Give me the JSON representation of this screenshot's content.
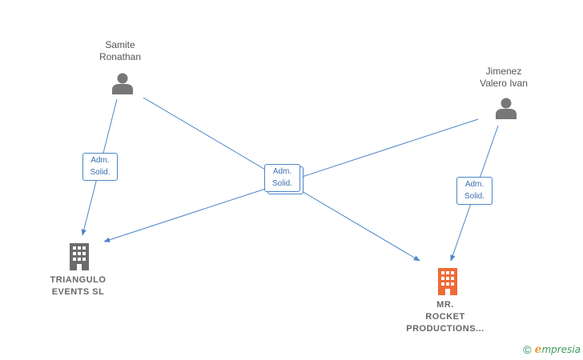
{
  "people": [
    {
      "id": "samite",
      "name_line1": "Samite",
      "name_line2": "Ronathan"
    },
    {
      "id": "jimenez",
      "name_line1": "Jimenez",
      "name_line2": "Valero Ivan"
    }
  ],
  "companies": [
    {
      "id": "triangulo",
      "name_line1": "TRIANGULO",
      "name_line2": "EVENTS  SL",
      "name_line3": "",
      "color": "#6b6b6b"
    },
    {
      "id": "rocket",
      "name_line1": "MR.",
      "name_line2": "ROCKET",
      "name_line3": "PRODUCTIONS...",
      "color": "#f06a35"
    }
  ],
  "relations": [
    {
      "id": "rel1",
      "line1": "Adm.",
      "line2": "Solid."
    },
    {
      "id": "rel2",
      "line1": "Adm.",
      "line2": "Solid."
    },
    {
      "id": "rel3",
      "line1": "Adm.",
      "line2": "Solid."
    }
  ],
  "colors": {
    "edge": "#4a86c8",
    "person_icon": "#777777"
  },
  "brand": {
    "copyright": "©",
    "initial": "e",
    "rest": "mpresia"
  }
}
